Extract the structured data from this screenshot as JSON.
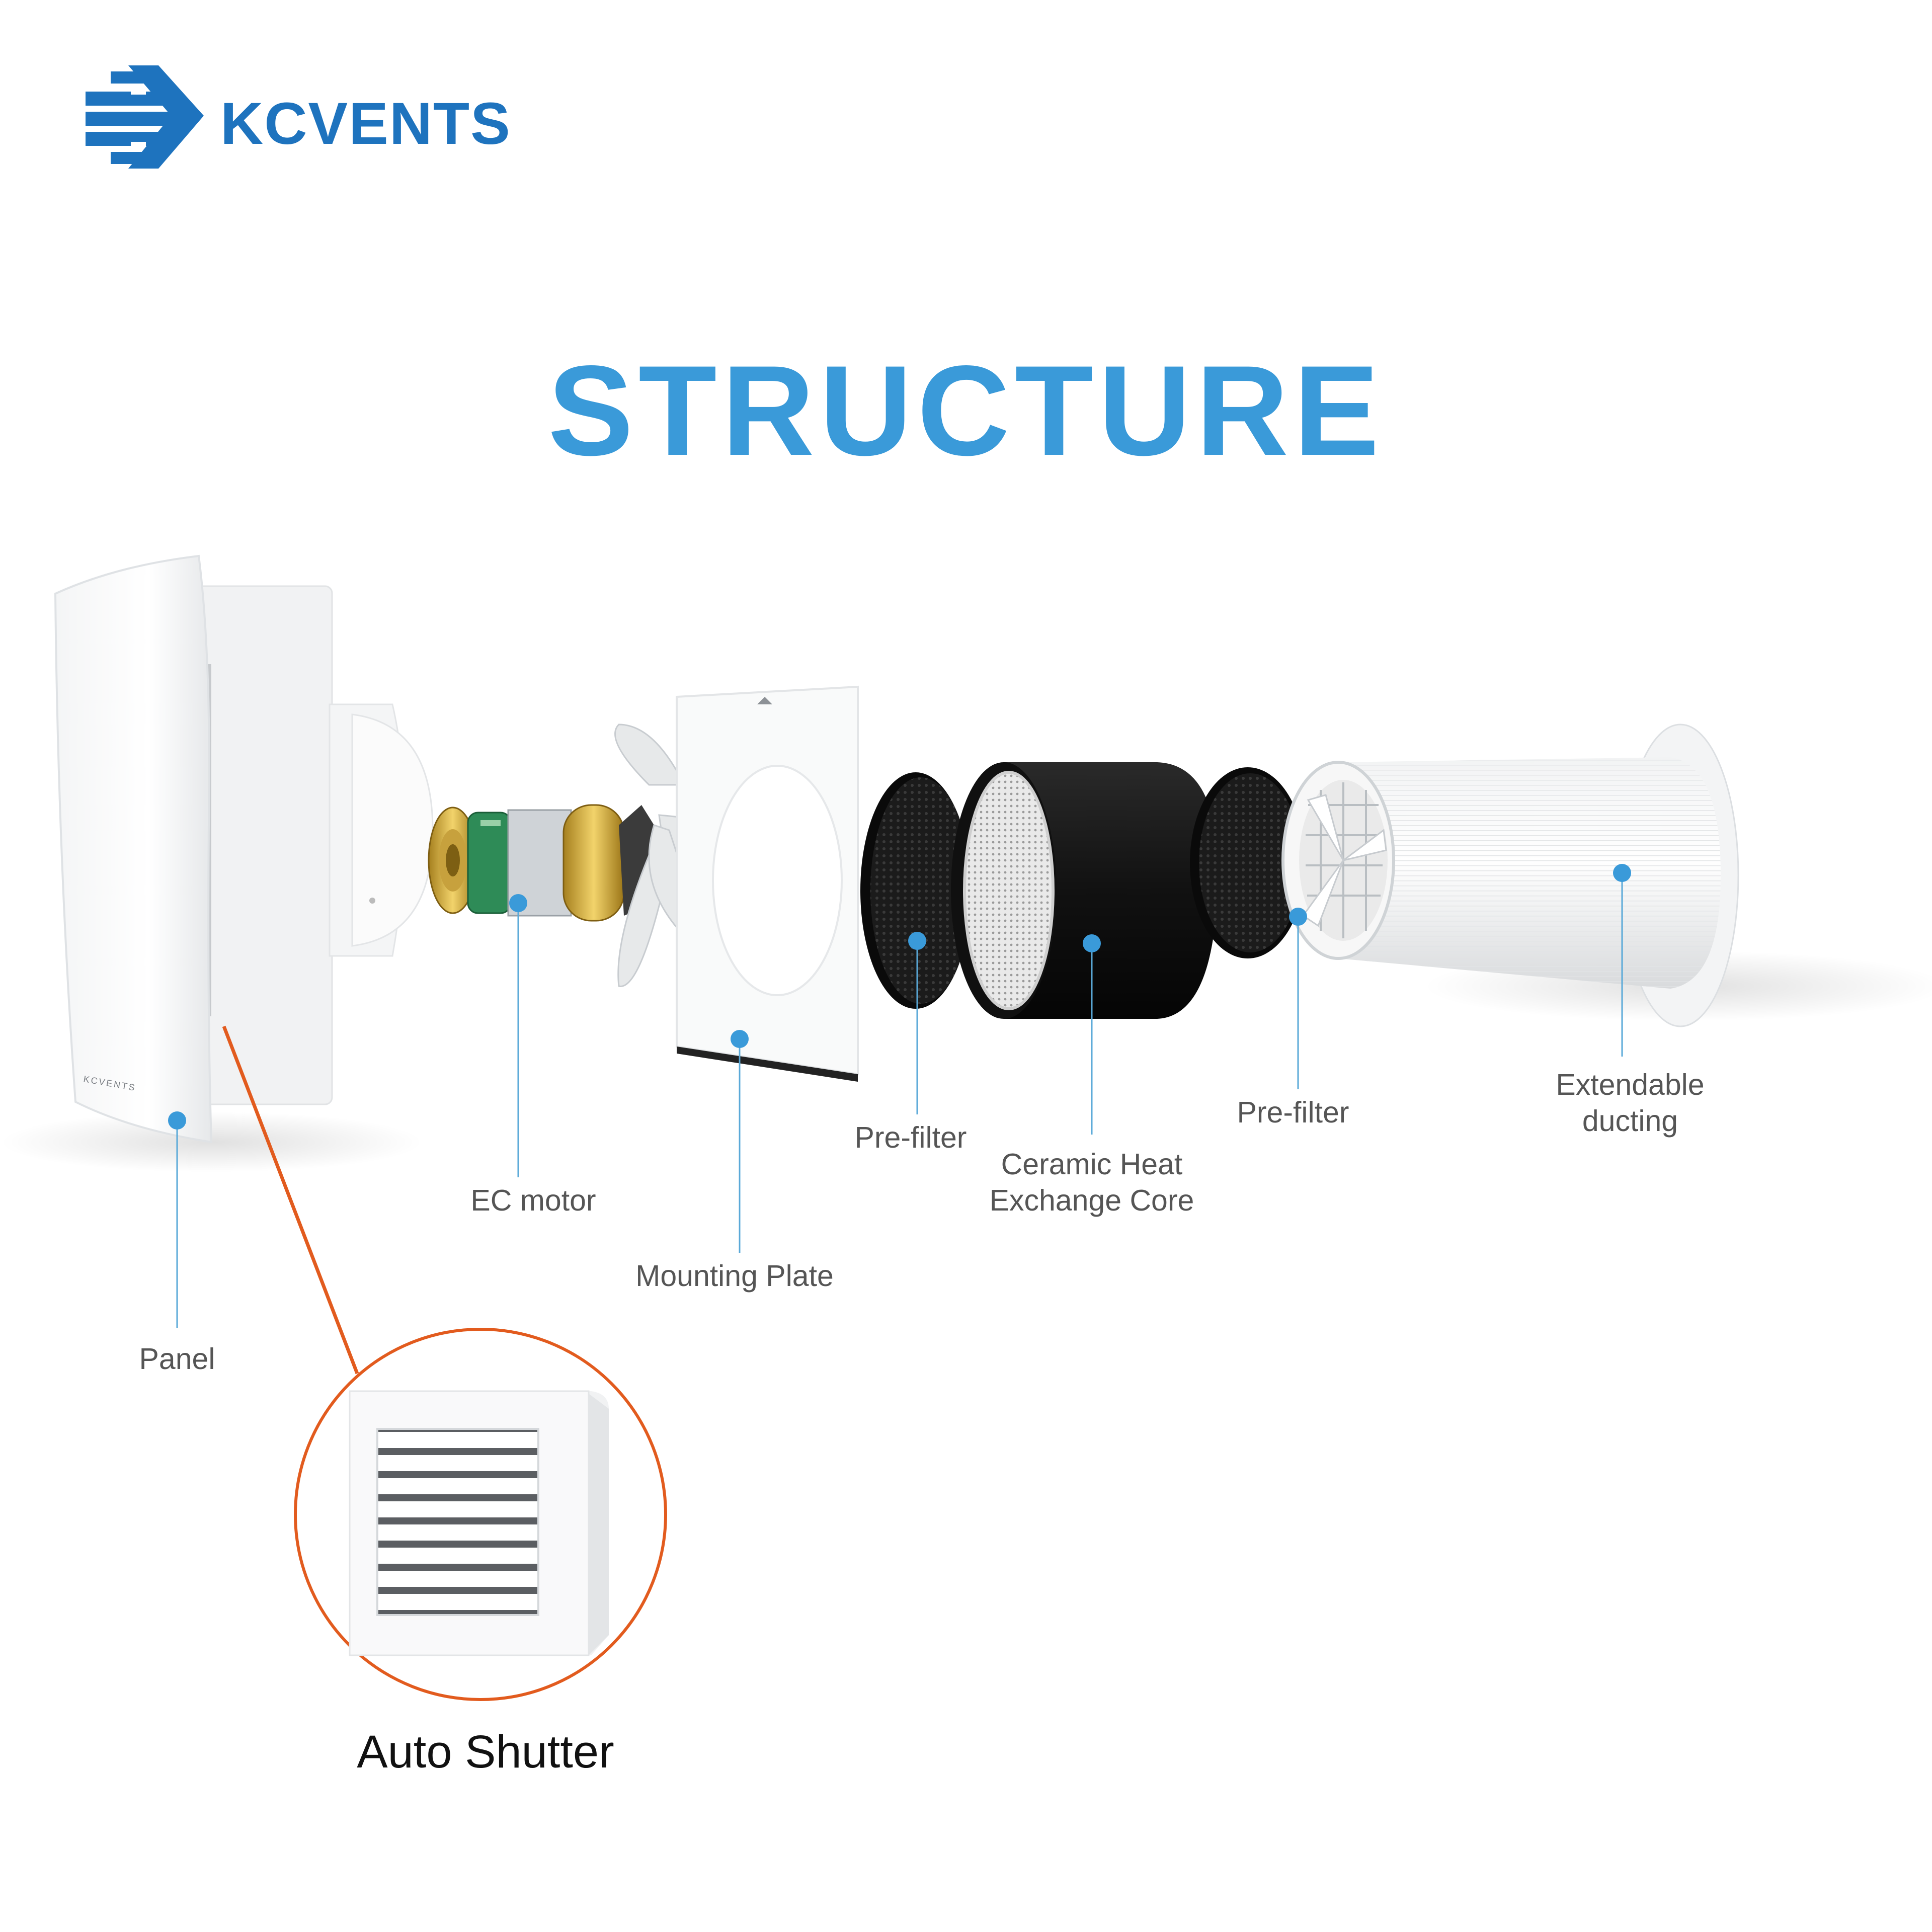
{
  "brand": {
    "name": "KCVENTS",
    "panel_mark": "KCVENTS",
    "logo_icon": "kcvents-swoosh-logo"
  },
  "title": "STRUCTURE",
  "colors": {
    "brand_blue": "#1e73be",
    "title_blue": "#3a9ad9",
    "leader_blue": "#5aa9d8",
    "accent_orange": "#e25b1e",
    "label_gray": "#555555"
  },
  "labels": {
    "panel": "Panel",
    "ec_motor": "EC motor",
    "mounting_plate": "Mounting Plate",
    "prefilter_1": "Pre-filter",
    "ceramic_line1": "Ceramic Heat",
    "ceramic_line2": "Exchange Core",
    "prefilter_2": "Pre-filter",
    "ducting_line1": "Extendable",
    "ducting_line2": "ducting"
  },
  "inset": {
    "label": "Auto Shutter"
  }
}
